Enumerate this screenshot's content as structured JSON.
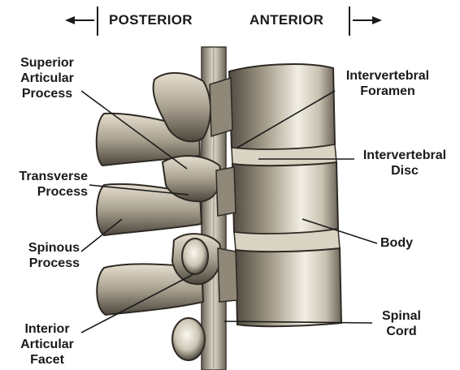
{
  "header": {
    "posterior": "POSTERIOR",
    "anterior": "ANTERIOR"
  },
  "labels": {
    "superior_articular_process": [
      "Superior",
      "Articular",
      "Process"
    ],
    "transverse_process": [
      "Transverse",
      "Process"
    ],
    "spinous_process": [
      "Spinous",
      "Process"
    ],
    "interior_articular_facet": [
      "Interior",
      "Articular",
      "Facet"
    ],
    "intervertebral_foramen": [
      "Intervertebral",
      "Foramen"
    ],
    "intervertebral_disc": [
      "Intervertebral",
      "Disc"
    ],
    "body": [
      "Body"
    ],
    "spinal_cord": [
      "Spinal",
      "Cord"
    ]
  },
  "colors": {
    "bone_light": "#efe9dc",
    "bone_mid": "#b9b1a0",
    "bone_dark": "#5d574c",
    "ink": "#1a1a1a",
    "disc": "#cfcab9"
  }
}
